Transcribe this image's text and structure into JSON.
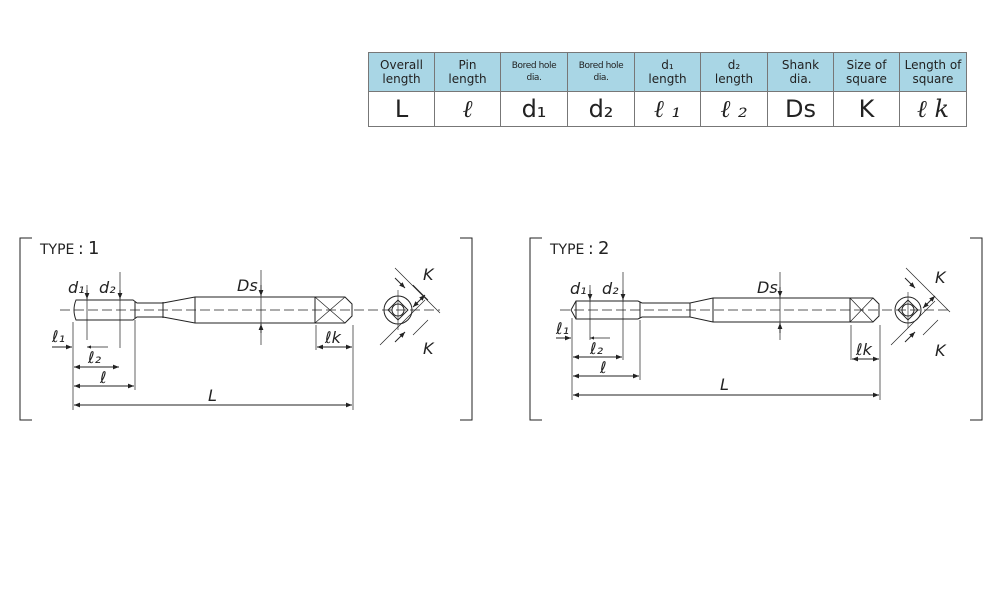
{
  "table": {
    "headers": [
      "Overall\nlength",
      "Pin\nlength",
      "Bored hole\ndia.",
      "Bored hole\ndia.",
      "d1\nlength",
      "d2\nlength",
      "Shank\ndia.",
      "Size of\nsquare",
      "Length of\nsquare"
    ],
    "headers_lines": [
      [
        "Overall",
        "length"
      ],
      [
        "Pin",
        "length"
      ],
      [
        "Bored hole",
        "dia."
      ],
      [
        "Bored hole",
        "dia."
      ],
      [
        "d₁",
        "length"
      ],
      [
        "d₂",
        "length"
      ],
      [
        "Shank",
        "dia."
      ],
      [
        "Size of",
        "square"
      ],
      [
        "Length of",
        "square"
      ]
    ],
    "symbols": [
      "L",
      "ℓ",
      "d₁",
      "d₂",
      "ℓ ₁",
      "ℓ ₂",
      "Ds",
      "K",
      "ℓ k"
    ]
  },
  "diagrams": [
    {
      "title": "TYPE",
      "number": "1",
      "labels": {
        "d1": "d₁",
        "d2": "d₂",
        "ds": "Ds",
        "l1": "ℓ₁",
        "l2": "ℓ₂",
        "l": "ℓ",
        "lk": "ℓk",
        "L": "L",
        "K": "K"
      }
    },
    {
      "title": "TYPE",
      "number": "2",
      "labels": {
        "d1": "d₁",
        "d2": "d₂",
        "ds": "Ds",
        "l1": "ℓ₁",
        "l2": "ℓ₂",
        "l": "ℓ",
        "lk": "ℓk",
        "L": "L",
        "K": "K"
      }
    }
  ],
  "colors": {
    "header_bg": "#a9d6e5"
  }
}
